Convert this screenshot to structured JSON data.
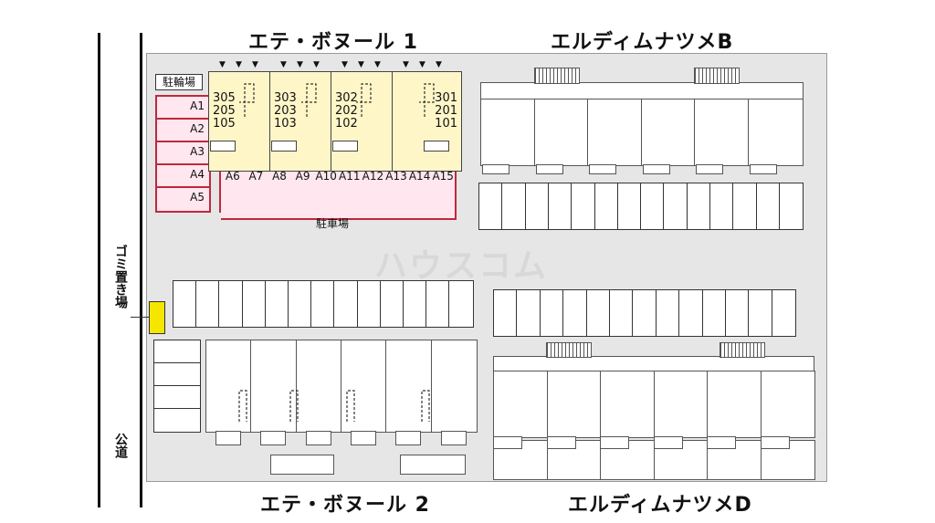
{
  "titles": {
    "top_left": "エテ・ボヌール 1",
    "top_right": "エルディムナツメB",
    "bottom_left": "エテ・ボヌール 2",
    "bottom_right": "エルディムナツメD"
  },
  "labels": {
    "bike_parking": "駐輪場",
    "car_parking": "駐車場",
    "garbage": "ゴミ置き場",
    "public_road": "公道",
    "watermark": "ハウスコム"
  },
  "bike_spaces": [
    "A1",
    "A2",
    "A3",
    "A4",
    "A5"
  ],
  "car_spaces": [
    "A6",
    "A7",
    "A8",
    "A9",
    "A10",
    "A11",
    "A12",
    "A13",
    "A14",
    "A15"
  ],
  "units": [
    {
      "floor3": "305",
      "floor2": "205",
      "floor1": "105"
    },
    {
      "floor3": "303",
      "floor2": "203",
      "floor1": "103"
    },
    {
      "floor3": "302",
      "floor2": "202",
      "floor1": "102"
    },
    {
      "floor3": "301",
      "floor2": "201",
      "floor1": "101"
    }
  ],
  "colors": {
    "pink": "#ffe6ef",
    "red": "#c0283b",
    "yellow": "#fff6c8",
    "garbage": "#f5e600",
    "lot": "#e6e6e6"
  }
}
